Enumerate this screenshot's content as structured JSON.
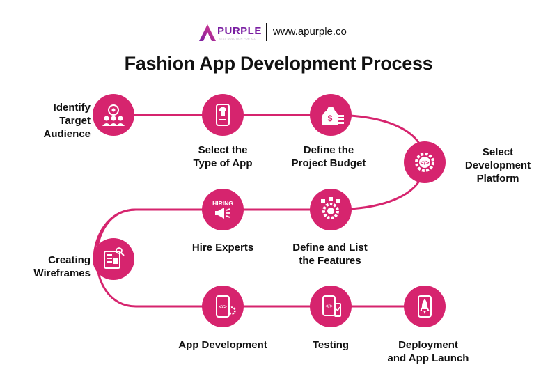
{
  "header": {
    "brand": "PURPLE",
    "tagline": "BEST SOLUTION FOR ALL",
    "url": "www.apurple.co"
  },
  "title": "Fashion App Development Process",
  "colors": {
    "accent": "#d6246e",
    "brand": "#7a1fa2",
    "text": "#111111"
  },
  "steps": [
    {
      "id": "target",
      "label": "Identify\nTarget\nAudience",
      "icon": "audience-target-icon"
    },
    {
      "id": "type",
      "label": "Select the\nType of App",
      "icon": "mobile-app-icon"
    },
    {
      "id": "budget",
      "label": "Define the\nProject Budget",
      "icon": "money-bag-icon"
    },
    {
      "id": "platform",
      "label": "Select\nDevelopment\nPlatform",
      "icon": "code-gear-icon"
    },
    {
      "id": "features",
      "label": "Define and List\nthe Features",
      "icon": "feature-gear-icon"
    },
    {
      "id": "hire",
      "label": "Hire Experts",
      "icon": "hiring-megaphone-icon",
      "badge": "HIRING"
    },
    {
      "id": "wireframes",
      "label": "Creating\nWireframes",
      "icon": "wireframe-icon"
    },
    {
      "id": "development",
      "label": "App Development",
      "icon": "app-code-icon"
    },
    {
      "id": "testing",
      "label": "Testing",
      "icon": "testing-icon"
    },
    {
      "id": "launch",
      "label": "Deployment\nand App Launch",
      "icon": "rocket-icon"
    }
  ]
}
